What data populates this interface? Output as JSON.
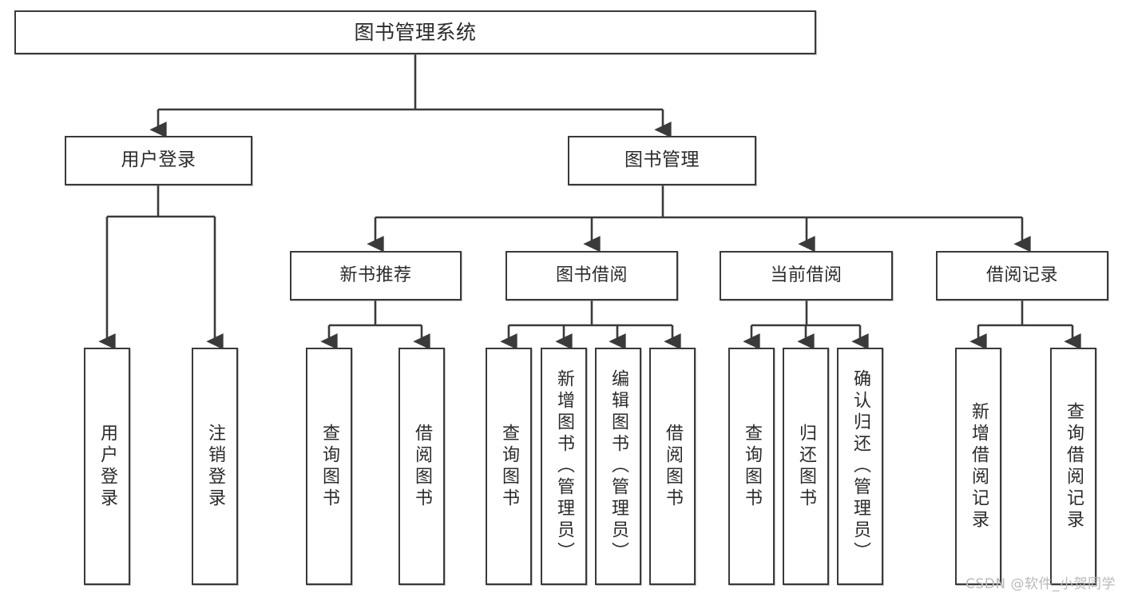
{
  "diagram": {
    "title": "图书管理系统",
    "type": "tree-hierarchy-chart",
    "root": {
      "id": "root",
      "label": "图书管理系统"
    },
    "level1": [
      {
        "id": "user-login",
        "label": "用户登录"
      },
      {
        "id": "book-manage",
        "label": "图书管理"
      }
    ],
    "level2": [
      {
        "id": "new-book-rec",
        "label": "新书推荐",
        "parent": "book-manage"
      },
      {
        "id": "book-borrow",
        "label": "图书借阅",
        "parent": "book-manage"
      },
      {
        "id": "current-borrow",
        "label": "当前借阅",
        "parent": "book-manage"
      },
      {
        "id": "borrow-record",
        "label": "借阅记录",
        "parent": "book-manage"
      }
    ],
    "leaves": [
      {
        "id": "leaf-user-login",
        "label": "用户登录",
        "parent": "user-login"
      },
      {
        "id": "leaf-user-logout",
        "label": "注销登录",
        "parent": "user-login"
      },
      {
        "id": "leaf-query-book-1",
        "label": "查询图书",
        "parent": "new-book-rec"
      },
      {
        "id": "leaf-borrow-book-1",
        "label": "借阅图书",
        "parent": "new-book-rec"
      },
      {
        "id": "leaf-query-book-2",
        "label": "查询图书",
        "parent": "book-borrow"
      },
      {
        "id": "leaf-add-book",
        "label": "新增图书（管理员）",
        "parent": "book-borrow"
      },
      {
        "id": "leaf-edit-book",
        "label": "编辑图书（管理员）",
        "parent": "book-borrow"
      },
      {
        "id": "leaf-borrow-book-2",
        "label": "借阅图书",
        "parent": "book-borrow"
      },
      {
        "id": "leaf-query-book-3",
        "label": "查询图书",
        "parent": "current-borrow"
      },
      {
        "id": "leaf-return-book",
        "label": "归还图书",
        "parent": "current-borrow"
      },
      {
        "id": "leaf-confirm-return",
        "label": "确认归还（管理员）",
        "parent": "current-borrow"
      },
      {
        "id": "leaf-add-record",
        "label": "新增借阅记录",
        "parent": "borrow-record"
      },
      {
        "id": "leaf-query-record",
        "label": "查询借阅记录",
        "parent": "borrow-record"
      }
    ],
    "colors": {
      "box_border": "#3a3a3a",
      "box_fill": "#ffffff",
      "text": "#2b2b2b",
      "connector": "#3a3a3a",
      "watermark": "#b9b9b9",
      "canvas": "#ffffff"
    }
  },
  "watermark": {
    "text": "CSDN @软件_小贺同学"
  }
}
